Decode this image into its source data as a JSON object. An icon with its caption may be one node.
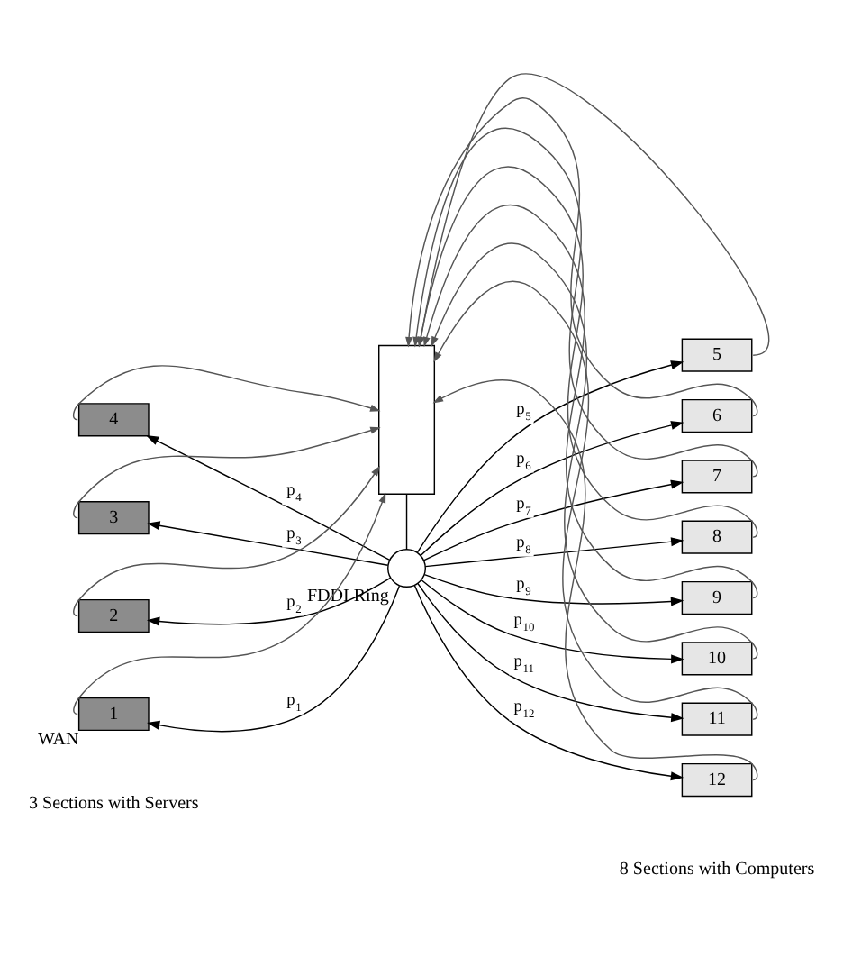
{
  "diagram": {
    "nodes": [
      {
        "text": [],
        "shape": "box"
      },
      {
        "text": [],
        "shape": "circle",
        "beside": [
          "FDDI Ring"
        ]
      },
      {
        "text": [
          "4"
        ]
      },
      {
        "text": [
          "5"
        ]
      },
      {
        "text": [
          "3"
        ]
      },
      {
        "text": [
          "6"
        ]
      },
      {
        "text": [
          "2"
        ]
      },
      {
        "text": [
          "7"
        ]
      },
      {
        "text": [
          "8"
        ]
      },
      {
        "text": [
          "9"
        ]
      },
      {
        "text": [
          "1"
        ],
        "beside": [
          "WAN"
        ]
      },
      {
        "text": [
          "10"
        ]
      },
      {
        "text": [
          "11"
        ]
      },
      {
        "text": [
          "12"
        ]
      }
    ],
    "edges": [
      {
        "from": 0,
        "to": 1,
        "arrow": "none"
      },
      {
        "from": 1,
        "to": 2,
        "arrow": "to",
        "label": "p$_{4}$"
      },
      {
        "from": 1,
        "to": 3,
        "arrow": "to",
        "label": "p$_{5}$"
      },
      {
        "from": 1,
        "to": 4,
        "arrow": "to",
        "label": "p$_{3}$"
      },
      {
        "from": 1,
        "to": 5,
        "arrow": "to",
        "label": "p$_{6}$"
      },
      {
        "from": 1,
        "to": 6,
        "arrow": "to",
        "label": "p$_{2}$"
      },
      {
        "from": 1,
        "to": 7,
        "arrow": "to",
        "label": "p$_{7}$"
      },
      {
        "from": 1,
        "to": 8,
        "arrow": "to",
        "label": "p$_{8}$"
      },
      {
        "from": 1,
        "to": 9,
        "arrow": "to",
        "label": "p$_{9}$"
      },
      {
        "from": 1,
        "to": 10,
        "arrow": "to",
        "label": "p$_{1}$"
      },
      {
        "from": 1,
        "to": 11,
        "arrow": "to",
        "label": "p$_{10}$"
      },
      {
        "from": 1,
        "to": 12,
        "arrow": "to",
        "label": "p$_{11}$"
      },
      {
        "from": 1,
        "to": 13,
        "arrow": "to",
        "label": "p$_{12}$"
      },
      {
        "from": 2,
        "to": 0,
        "arrow": "to"
      },
      {
        "from": 3,
        "to": 0,
        "arrow": "to"
      },
      {
        "from": 4,
        "to": 0,
        "arrow": "to"
      },
      {
        "from": 5,
        "to": 0,
        "arrow": "to"
      },
      {
        "from": 6,
        "to": 0,
        "arrow": "to"
      },
      {
        "from": 7,
        "to": 0,
        "arrow": "to"
      },
      {
        "from": 8,
        "to": 0,
        "arrow": "to"
      },
      {
        "from": 9,
        "to": 0,
        "arrow": "to"
      },
      {
        "from": 10,
        "to": 0,
        "arrow": "to"
      },
      {
        "from": 11,
        "to": 0,
        "arrow": "to"
      },
      {
        "from": 12,
        "to": 0,
        "arrow": "to"
      },
      {
        "from": 13,
        "to": 0,
        "arrow": "to"
      }
    ],
    "labels": [
      "3 Sections with Servers",
      "8 Sections with Computers"
    ]
  }
}
